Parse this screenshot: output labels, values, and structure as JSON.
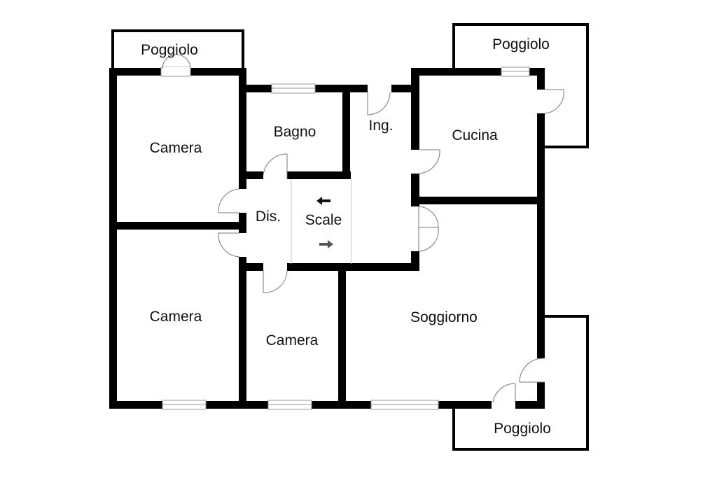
{
  "rooms": {
    "poggiolo_top_left": "Poggiolo",
    "poggiolo_top_right": "Poggiolo",
    "poggiolo_bottom_right": "Poggiolo",
    "camera_top_left": "Camera",
    "camera_bottom_left": "Camera",
    "camera_middle": "Camera",
    "bagno": "Bagno",
    "ingresso": "Ing.",
    "cucina": "Cucina",
    "disimpegno": "Dis.",
    "scale": "Scale",
    "soggiorno": "Soggiorno"
  },
  "icons": {
    "stair_up": "arrow-left-icon",
    "stair_down": "arrow-right-icon"
  },
  "colors": {
    "wall": "#000000",
    "window": "#9a9a9a",
    "background": "#ffffff"
  }
}
